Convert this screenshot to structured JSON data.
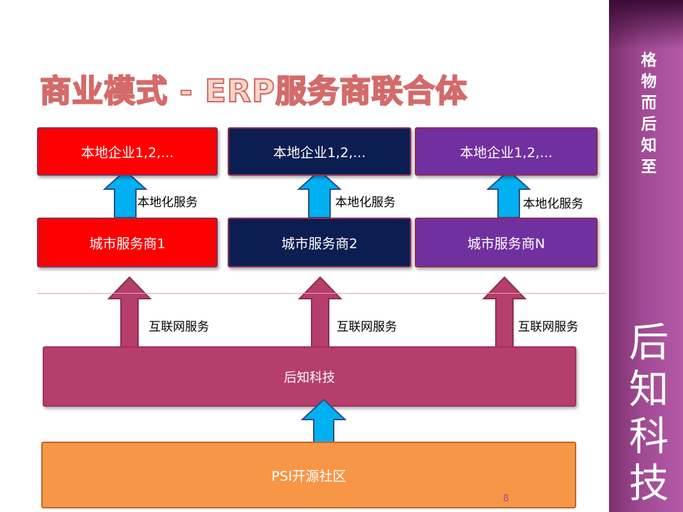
{
  "title": "商业模式 - ERP服务商联合体",
  "sidebar": {
    "motto_chars": [
      "格",
      "物",
      "而",
      "后",
      "知",
      "至"
    ],
    "brand_chars": [
      "后",
      "知",
      "科",
      "技"
    ]
  },
  "top_boxes": [
    "本地企业1,2,...",
    "本地企业1,2,...",
    "本地企业1,2,..."
  ],
  "local_service_labels": [
    "本地化服务",
    "本地化服务",
    "本地化服务"
  ],
  "city_boxes": [
    "城市服务商1",
    "城市服务商2",
    "城市服务商N"
  ],
  "internet_service_labels": [
    "互联网服务",
    "互联网服务",
    "互联网服务"
  ],
  "houzhi_box": "后知科技",
  "psi_box": "PSI开源社区",
  "page_number": "8",
  "colors": {
    "red": "#ff0000",
    "navy": "#0c1d52",
    "purple": "#7030a0",
    "maroon": "#b63e6a",
    "orange": "#f79646",
    "arrow_blue": "#00b0f0"
  }
}
